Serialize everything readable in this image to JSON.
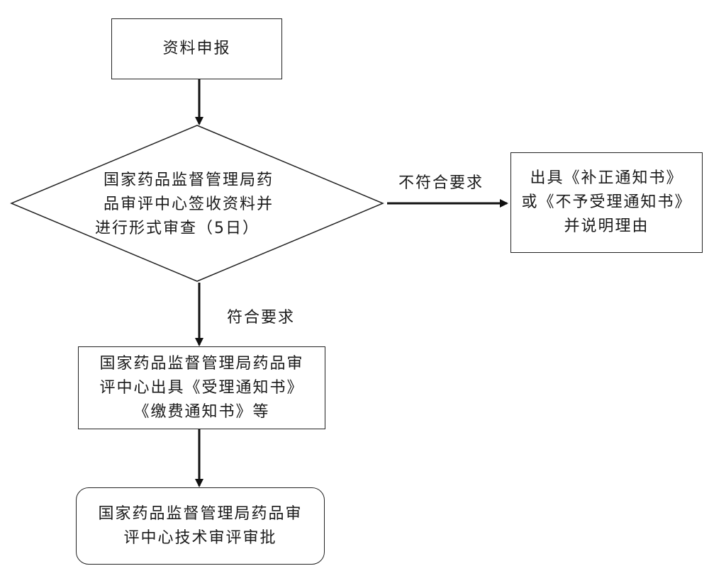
{
  "nodes": {
    "submit": {
      "lines": [
        "资料申报"
      ]
    },
    "review": {
      "lines": [
        "国家药品监督管理局药",
        "品审评中心签收资料并",
        "进行形式审查（5日）"
      ]
    },
    "reject": {
      "lines": [
        "出具《补正通知书》",
        "或《不予受理通知书》",
        "并说明理由"
      ]
    },
    "accept": {
      "lines": [
        "国家药品监督管理局药品审",
        "评中心出具《受理通知书》",
        "《缴费通知书》等"
      ]
    },
    "approve": {
      "lines": [
        "国家药品监督管理局药品审",
        "评中心技术审评审批"
      ]
    }
  },
  "edges": {
    "not_meet": "不符合要求",
    "meet": "符合要求"
  }
}
